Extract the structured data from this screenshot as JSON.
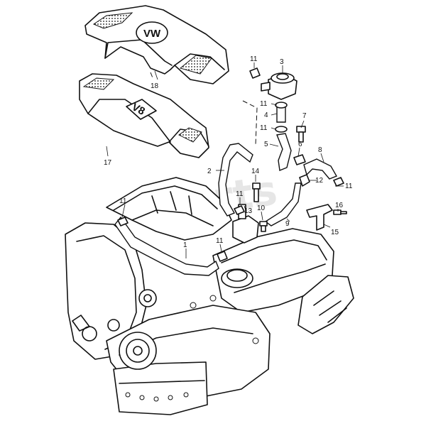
{
  "diagram": {
    "watermark": "Yparts",
    "emblems": {
      "v8": "V8",
      "vw": "VW"
    },
    "labels": [
      {
        "id": "1",
        "text": "1"
      },
      {
        "id": "2",
        "text": "2"
      },
      {
        "id": "3",
        "text": "3"
      },
      {
        "id": "4",
        "text": "4"
      },
      {
        "id": "5",
        "text": "5"
      },
      {
        "id": "6",
        "text": "6"
      },
      {
        "id": "7",
        "text": "7"
      },
      {
        "id": "8",
        "text": "8"
      },
      {
        "id": "9",
        "text": "9"
      },
      {
        "id": "10",
        "text": "10"
      },
      {
        "id": "11a",
        "text": "11"
      },
      {
        "id": "11b",
        "text": "11"
      },
      {
        "id": "11c",
        "text": "11"
      },
      {
        "id": "11d",
        "text": "11"
      },
      {
        "id": "11e",
        "text": "11"
      },
      {
        "id": "11f",
        "text": "11"
      },
      {
        "id": "11g",
        "text": "11"
      },
      {
        "id": "12",
        "text": "12"
      },
      {
        "id": "13",
        "text": "13"
      },
      {
        "id": "14",
        "text": "14"
      },
      {
        "id": "15",
        "text": "15"
      },
      {
        "id": "16",
        "text": "16"
      },
      {
        "id": "17",
        "text": "17"
      },
      {
        "id": "18",
        "text": "18"
      }
    ]
  }
}
